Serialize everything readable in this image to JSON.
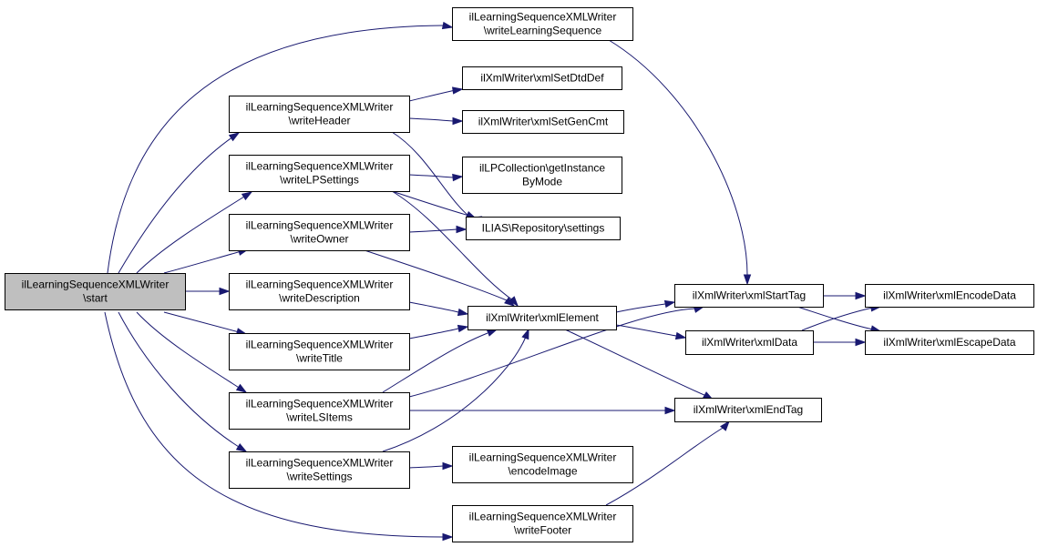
{
  "nodes": [
    {
      "id": "start",
      "lines": [
        "ilLearningSequenceXMLWriter",
        "\\start"
      ]
    },
    {
      "id": "writeLearningSequence",
      "lines": [
        "ilLearningSequenceXMLWriter",
        "\\writeLearningSequence"
      ]
    },
    {
      "id": "writeHeader",
      "lines": [
        "ilLearningSequenceXMLWriter",
        "\\writeHeader"
      ]
    },
    {
      "id": "writeLPSettings",
      "lines": [
        "ilLearningSequenceXMLWriter",
        "\\writeLPSettings"
      ]
    },
    {
      "id": "writeOwner",
      "lines": [
        "ilLearningSequenceXMLWriter",
        "\\writeOwner"
      ]
    },
    {
      "id": "writeDescription",
      "lines": [
        "ilLearningSequenceXMLWriter",
        "\\writeDescription"
      ]
    },
    {
      "id": "writeTitle",
      "lines": [
        "ilLearningSequenceXMLWriter",
        "\\writeTitle"
      ]
    },
    {
      "id": "writeLSItems",
      "lines": [
        "ilLearningSequenceXMLWriter",
        "\\writeLSItems"
      ]
    },
    {
      "id": "writeSettings",
      "lines": [
        "ilLearningSequenceXMLWriter",
        "\\writeSettings"
      ]
    },
    {
      "id": "writeFooter",
      "lines": [
        "ilLearningSequenceXMLWriter",
        "\\writeFooter"
      ]
    },
    {
      "id": "xmlSetDtdDef",
      "lines": [
        "ilXmlWriter\\xmlSetDtdDef"
      ]
    },
    {
      "id": "xmlSetGenCmt",
      "lines": [
        "ilXmlWriter\\xmlSetGenCmt"
      ]
    },
    {
      "id": "getInstanceByMode",
      "lines": [
        "ilLPCollection\\getInstance",
        "ByMode"
      ]
    },
    {
      "id": "settings",
      "lines": [
        "ILIAS\\Repository\\settings"
      ]
    },
    {
      "id": "xmlElement",
      "lines": [
        "ilXmlWriter\\xmlElement"
      ]
    },
    {
      "id": "encodeImage",
      "lines": [
        "ilLearningSequenceXMLWriter",
        "\\encodeImage"
      ]
    },
    {
      "id": "xmlStartTag",
      "lines": [
        "ilXmlWriter\\xmlStartTag"
      ]
    },
    {
      "id": "xmlData",
      "lines": [
        "ilXmlWriter\\xmlData"
      ]
    },
    {
      "id": "xmlEndTag",
      "lines": [
        "ilXmlWriter\\xmlEndTag"
      ]
    },
    {
      "id": "xmlEncodeData",
      "lines": [
        "ilXmlWriter\\xmlEncodeData"
      ]
    },
    {
      "id": "xmlEscapeData",
      "lines": [
        "ilXmlWriter\\xmlEscapeData"
      ]
    }
  ],
  "edges": [
    {
      "from": "start",
      "to": "writeLearningSequence"
    },
    {
      "from": "start",
      "to": "writeHeader"
    },
    {
      "from": "start",
      "to": "writeLPSettings"
    },
    {
      "from": "start",
      "to": "writeOwner"
    },
    {
      "from": "start",
      "to": "writeDescription"
    },
    {
      "from": "start",
      "to": "writeTitle"
    },
    {
      "from": "start",
      "to": "writeLSItems"
    },
    {
      "from": "start",
      "to": "writeSettings"
    },
    {
      "from": "start",
      "to": "writeFooter"
    },
    {
      "from": "writeLearningSequence",
      "to": "xmlStartTag"
    },
    {
      "from": "writeHeader",
      "to": "xmlSetDtdDef"
    },
    {
      "from": "writeHeader",
      "to": "xmlSetGenCmt"
    },
    {
      "from": "writeHeader",
      "to": "settings"
    },
    {
      "from": "writeLPSettings",
      "to": "getInstanceByMode"
    },
    {
      "from": "writeLPSettings",
      "to": "settings"
    },
    {
      "from": "writeLPSettings",
      "to": "xmlElement"
    },
    {
      "from": "writeOwner",
      "to": "settings"
    },
    {
      "from": "writeOwner",
      "to": "xmlElement"
    },
    {
      "from": "writeDescription",
      "to": "xmlElement"
    },
    {
      "from": "writeTitle",
      "to": "xmlElement"
    },
    {
      "from": "writeLSItems",
      "to": "xmlElement"
    },
    {
      "from": "writeLSItems",
      "to": "xmlStartTag"
    },
    {
      "from": "writeLSItems",
      "to": "xmlEndTag"
    },
    {
      "from": "writeSettings",
      "to": "xmlElement"
    },
    {
      "from": "writeSettings",
      "to": "encodeImage"
    },
    {
      "from": "writeFooter",
      "to": "xmlEndTag"
    },
    {
      "from": "xmlElement",
      "to": "xmlStartTag"
    },
    {
      "from": "xmlElement",
      "to": "xmlData"
    },
    {
      "from": "xmlElement",
      "to": "xmlEndTag"
    },
    {
      "from": "xmlStartTag",
      "to": "xmlEncodeData"
    },
    {
      "from": "xmlStartTag",
      "to": "xmlEscapeData"
    },
    {
      "from": "xmlData",
      "to": "xmlEncodeData"
    },
    {
      "from": "xmlData",
      "to": "xmlEscapeData"
    }
  ]
}
